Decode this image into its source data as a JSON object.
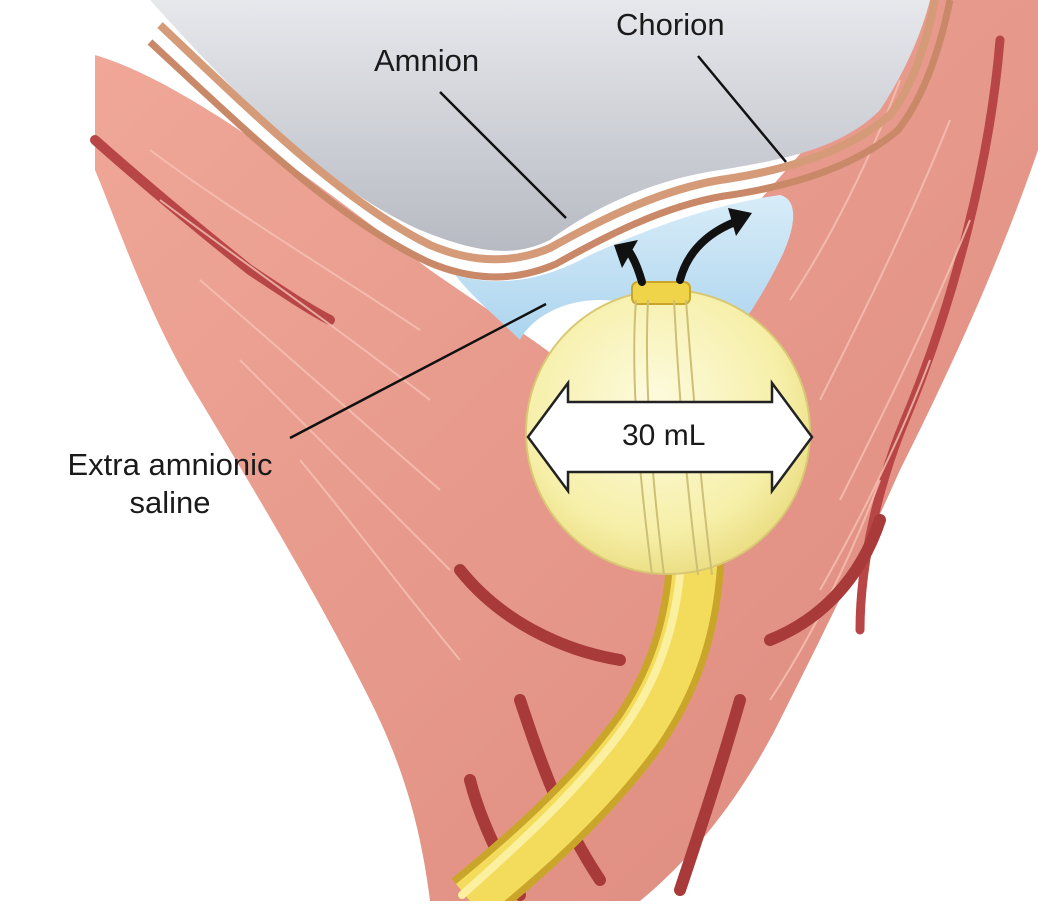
{
  "labels": {
    "chorion": "Chorion",
    "amnion": "Amnion",
    "saline_line1": "Extra amnionic",
    "saline_line2": "saline",
    "volume": "30 mL"
  },
  "colors": {
    "background": "#ffffff",
    "uterine_tissue": "#e9978a",
    "tissue_dark": "#b94848",
    "vessel": "#a83a3a",
    "amniotic_sac": "#c9ccd2",
    "membrane": "#d59b78",
    "saline": "#bfe0f4",
    "balloon": "#f6f0a6",
    "catheter": "#efd44a",
    "leader_line": "#111111",
    "arrow": "#111111"
  }
}
